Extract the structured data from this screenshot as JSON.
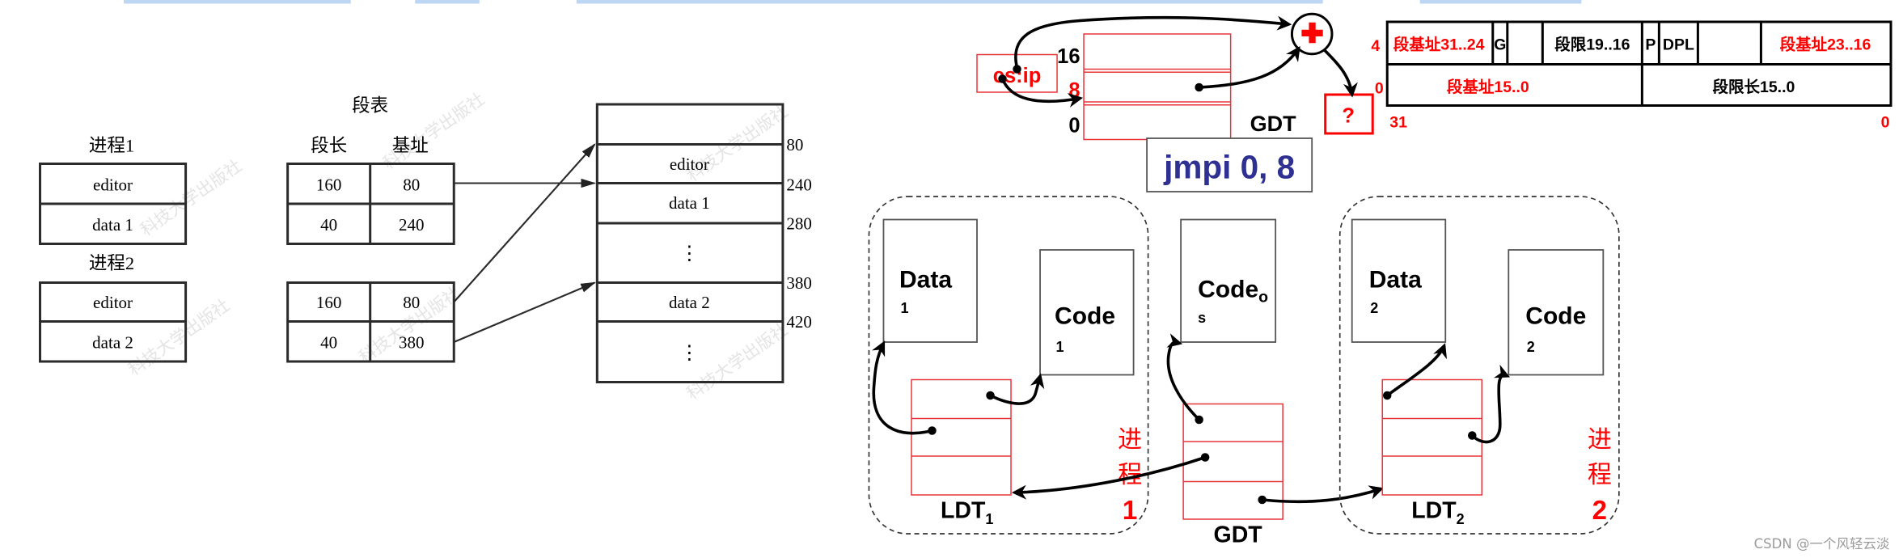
{
  "top_selection_bars": 4,
  "left_diagram": {
    "process1": {
      "label": "进程1",
      "rows": [
        "editor",
        "data 1"
      ]
    },
    "process2": {
      "label": "进程2",
      "rows": [
        "editor",
        "data 2"
      ]
    },
    "segment_table": {
      "title": "段表",
      "headers": [
        "段长",
        "基址"
      ],
      "process1_rows": [
        [
          "160",
          "80"
        ],
        [
          "40",
          "240"
        ]
      ],
      "process2_rows": [
        [
          "160",
          "80"
        ],
        [
          "40",
          "380"
        ]
      ]
    },
    "memory": {
      "segments": [
        "",
        "editor",
        "data 1",
        "⋮",
        "data 2",
        "⋮"
      ],
      "addresses": [
        "80",
        "240",
        "280",
        "380",
        "420"
      ]
    },
    "watermark": "科技大学出版社"
  },
  "right_diagram": {
    "cs_ip_label": "cs:ip",
    "gdt_offsets": [
      "16",
      "8",
      "0"
    ],
    "gdt_top_label": "GDT",
    "plus_symbol": "+",
    "result_box": "?",
    "instruction": "jmpi 0, 8",
    "descriptor": {
      "row_labels": [
        "4",
        "0"
      ],
      "bit_labels": [
        "31",
        "0"
      ],
      "top_cells": [
        "段基址31..24",
        "G",
        "",
        "段限19..16",
        "P",
        "DPL",
        "",
        "段基址23..16"
      ],
      "bottom_cells": [
        "段基址15..0",
        "段限长15..0"
      ]
    },
    "process1": {
      "data_label": "Data",
      "data_sub": "1",
      "code_label": "Code",
      "code_sub": "1",
      "ldt_label": "LDT",
      "ldt_sub": "1",
      "process_label": [
        "进",
        "程",
        "1"
      ]
    },
    "os": {
      "code_label": "Code",
      "code_sub": "o",
      "code_sub2": "s",
      "gdt_label": "GDT"
    },
    "process2": {
      "data_label": "Data",
      "data_sub": "2",
      "code_label": "Code",
      "code_sub": "2",
      "ldt_label": "LDT",
      "ldt_sub": "2",
      "process_label": [
        "进",
        "程",
        "2"
      ]
    }
  },
  "colors": {
    "accent_red": "#ff0000",
    "table_red": "#e8353a",
    "instruction_blue": "#2e3192",
    "selection": "#bdd6f4"
  },
  "credit": "CSDN @一个风轻云淡"
}
